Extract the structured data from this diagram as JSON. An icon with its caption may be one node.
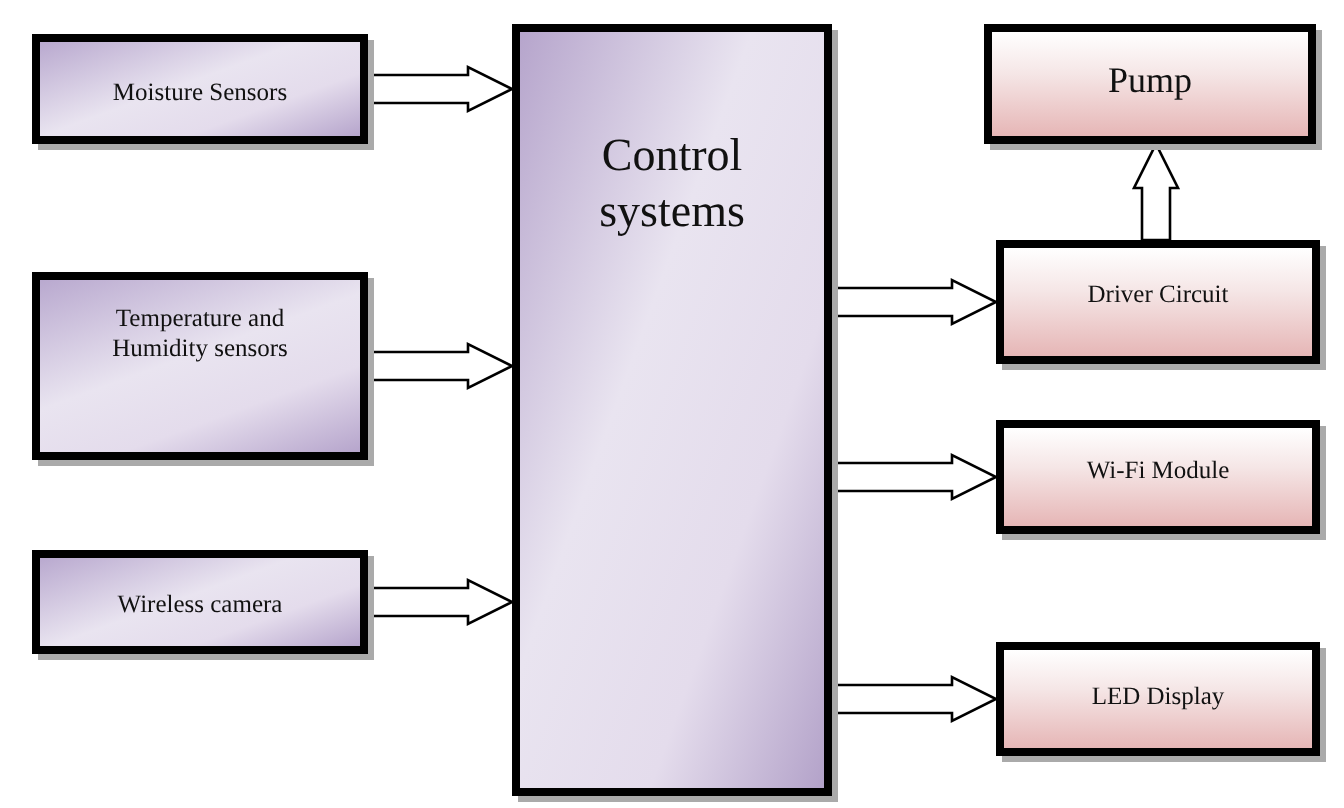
{
  "diagram": {
    "nodes": [
      {
        "text": [
          "Moisture Sensors"
        ]
      },
      {
        "text": [
          "Temperature and Humidity sensors"
        ]
      },
      {
        "text": [
          "Wireless camera"
        ]
      },
      {
        "text": [
          "Control systems"
        ]
      },
      {
        "text": [
          "Pump"
        ]
      },
      {
        "text": [
          "Driver Circuit"
        ]
      },
      {
        "text": [
          "Wi-Fi Module"
        ]
      },
      {
        "text": [
          "LED Display"
        ]
      }
    ],
    "edges": [
      {
        "from": 0,
        "to": 3,
        "arrow": "to"
      },
      {
        "from": 1,
        "to": 3,
        "arrow": "to"
      },
      {
        "from": 2,
        "to": 3,
        "arrow": "to"
      },
      {
        "from": 3,
        "to": 5,
        "arrow": "to"
      },
      {
        "from": 3,
        "to": 6,
        "arrow": "to"
      },
      {
        "from": 3,
        "to": 7,
        "arrow": "to"
      },
      {
        "from": 5,
        "to": 4,
        "arrow": "to"
      }
    ]
  }
}
